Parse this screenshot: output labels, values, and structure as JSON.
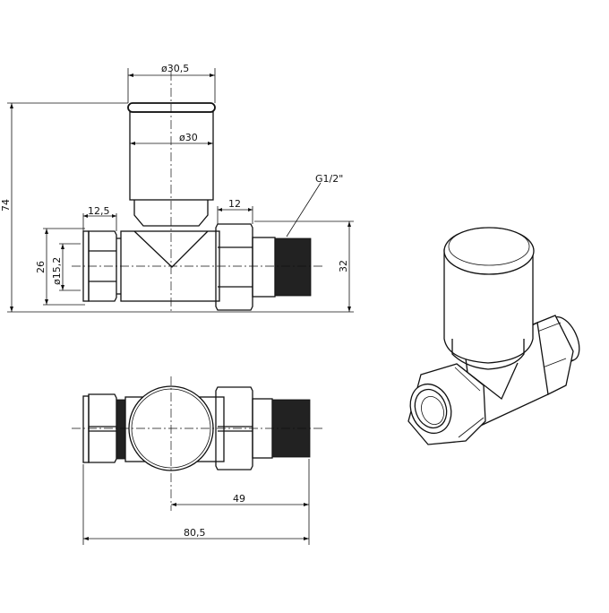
{
  "diagram": {
    "subject": "Straight radiator valve technical drawing",
    "views": [
      {
        "name": "front-elevation"
      },
      {
        "name": "plan-view"
      },
      {
        "name": "isometric-view"
      }
    ],
    "dimensions": {
      "cap_diameter": "ø30,5",
      "body_diameter": "ø30",
      "overall_height": "74",
      "compression_nut_width": "12,5",
      "union_nut_width": "12",
      "thread_spec": "G1/2\"",
      "side_height": "26",
      "pipe_diameter": "ø15,2",
      "body_height": "32",
      "center_to_end": "49",
      "overall_length": "80,5"
    }
  }
}
